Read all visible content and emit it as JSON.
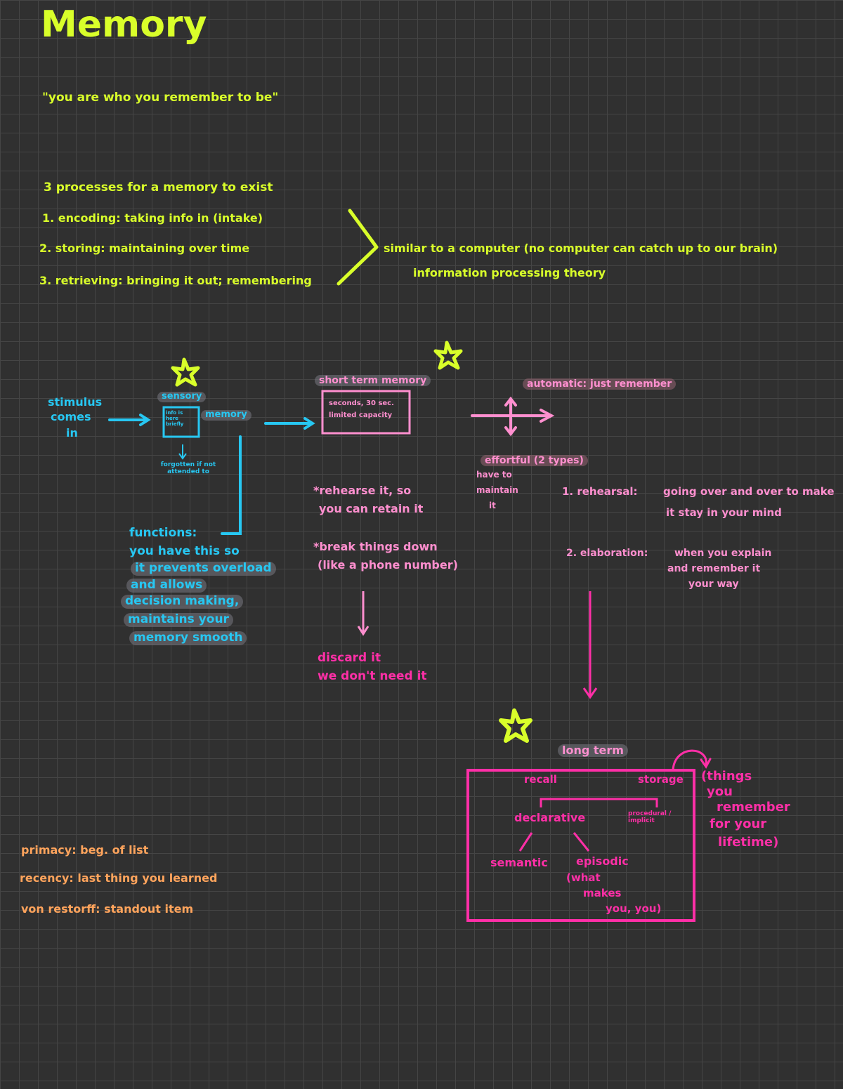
{
  "title": "Memory",
  "quote": "\"you are who you remember to be\"",
  "processes": {
    "heading": "3 processes for a memory to exist",
    "items": [
      "1. encoding: taking info in (intake)",
      "2. storing: maintaining over time",
      "3. retrieving: bringing it out; remembering"
    ],
    "similar_line1": "similar to a computer (no computer can catch up to our brain)",
    "similar_line2": "information processing theory"
  },
  "stimulus": {
    "text_lines": [
      "stimulus",
      "comes",
      "in"
    ],
    "sensory_label_lines": [
      "sensory",
      "memory"
    ],
    "box_text": "info is here briefly",
    "below_note_lines": [
      "forgotten if not attended to"
    ],
    "functions_lines": [
      "functions:",
      "you have this so",
      "it prevents overload",
      "and allows",
      "decision making,",
      "maintains your",
      "memory smooth"
    ]
  },
  "short_term": {
    "label": "short term memory",
    "box_lines": [
      "seconds, 30 sec.",
      "limited capacity"
    ],
    "rehearse_lines": [
      "*rehearse it, so",
      "you can retain it"
    ],
    "chunk_lines": [
      "*break things down",
      "(like a phone number)"
    ],
    "discard_lines": [
      "discard it",
      "we don't need it"
    ]
  },
  "automatic": {
    "label": "automatic: just remember"
  },
  "effortful": {
    "label": "effortful (2 types)",
    "side_lines": [
      "have to",
      "maintain",
      "it"
    ],
    "type1_head": "1. rehearsal:",
    "type1_lines": [
      "going over and over to make",
      "it stay in your mind"
    ],
    "type2_head": "2. elaboration:",
    "type2_lines": [
      "when you explain",
      "and remember it",
      "your way"
    ]
  },
  "long_term": {
    "label": "long term",
    "recall": "recall",
    "storage": "storage",
    "declarative": "declarative",
    "procedural": "procedural / implicit",
    "semantic": "semantic",
    "episodic_lines": [
      "episodic",
      "(what",
      "makes",
      "you, you)"
    ],
    "things_lines": [
      "(things",
      "you",
      "remember",
      "for your",
      "lifetime)"
    ]
  },
  "orange_notes": [
    "primacy: beg. of list",
    "recency: last thing you learned",
    "von restorff: standout item"
  ],
  "colors": {
    "background": "#303030",
    "grid": "#454545",
    "lime": "#d9ff2a",
    "cyan": "#27c7f2",
    "pink": "#ff2fa7",
    "orange": "#ffa45c"
  }
}
